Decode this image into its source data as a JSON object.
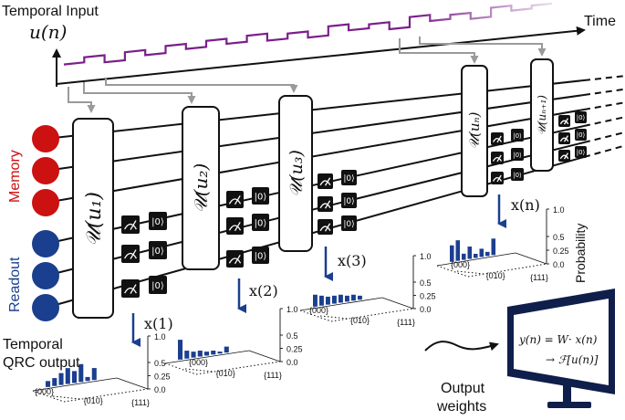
{
  "labels": {
    "temporal_input": "Temporal Input",
    "input_symbol": "u(n)",
    "time": "Time",
    "memory": "Memory",
    "readout": "Readout",
    "temporal_qrc_output_line1": "Temporal",
    "temporal_qrc_output_line2": "QRC output",
    "output_weights_line1": "Output",
    "output_weights_line2": "weights",
    "probability": "Probability"
  },
  "colors": {
    "memory": "#cc1111",
    "readout": "#1b3f8f",
    "signal": "#7a1f8a",
    "bars": "#1b3f8f",
    "arrow_gray": "#9a9a9a"
  },
  "unitaries": [
    {
      "text": "𝒰(u₁)"
    },
    {
      "text": "𝒰(u₂)"
    },
    {
      "text": "𝒰(u₃)"
    },
    {
      "text": "𝒰(uₙ)"
    },
    {
      "text": "𝒰(uₙ₊₁)"
    }
  ],
  "gates": {
    "reset": "|0⟩"
  },
  "outputs": [
    {
      "label": "x(1)",
      "bars": [
        0.15,
        0.2,
        0.3,
        0.4,
        0.3,
        0.45,
        0.1,
        0.3
      ]
    },
    {
      "label": "x(2)",
      "bars": [
        0.5,
        0.2,
        0.15,
        0.15,
        0.1,
        0.1,
        0.05,
        0.15
      ]
    },
    {
      "label": "x(3)",
      "bars": [
        0.3,
        0.25,
        0.2,
        0.2,
        0.2,
        0.15,
        0.15,
        0.1
      ]
    },
    {
      "label": "x(n)",
      "bars": [
        0.4,
        0.5,
        0.15,
        0.3,
        0.1,
        0.2,
        0.1,
        0.4
      ]
    }
  ],
  "axis": {
    "ticks": [
      "1.0",
      "0.5",
      "0.25",
      "0.0"
    ],
    "state_first": "{000}",
    "state_mid": "{010}",
    "state_last": "{111}"
  },
  "monitor": {
    "line1": "y(n) = W· x(n)",
    "line2": "→ ℱ[u(n)]"
  },
  "signal_levels": [
    0.3,
    0.55,
    0.2,
    0.6,
    0.35,
    0.7,
    0.45,
    0.75,
    0.5,
    0.8,
    0.45,
    0.7,
    0.4,
    0.85,
    0.55,
    0.75,
    0.4,
    0.9,
    0.6,
    0.8,
    0.5,
    0.95,
    0.7,
    0.85
  ]
}
